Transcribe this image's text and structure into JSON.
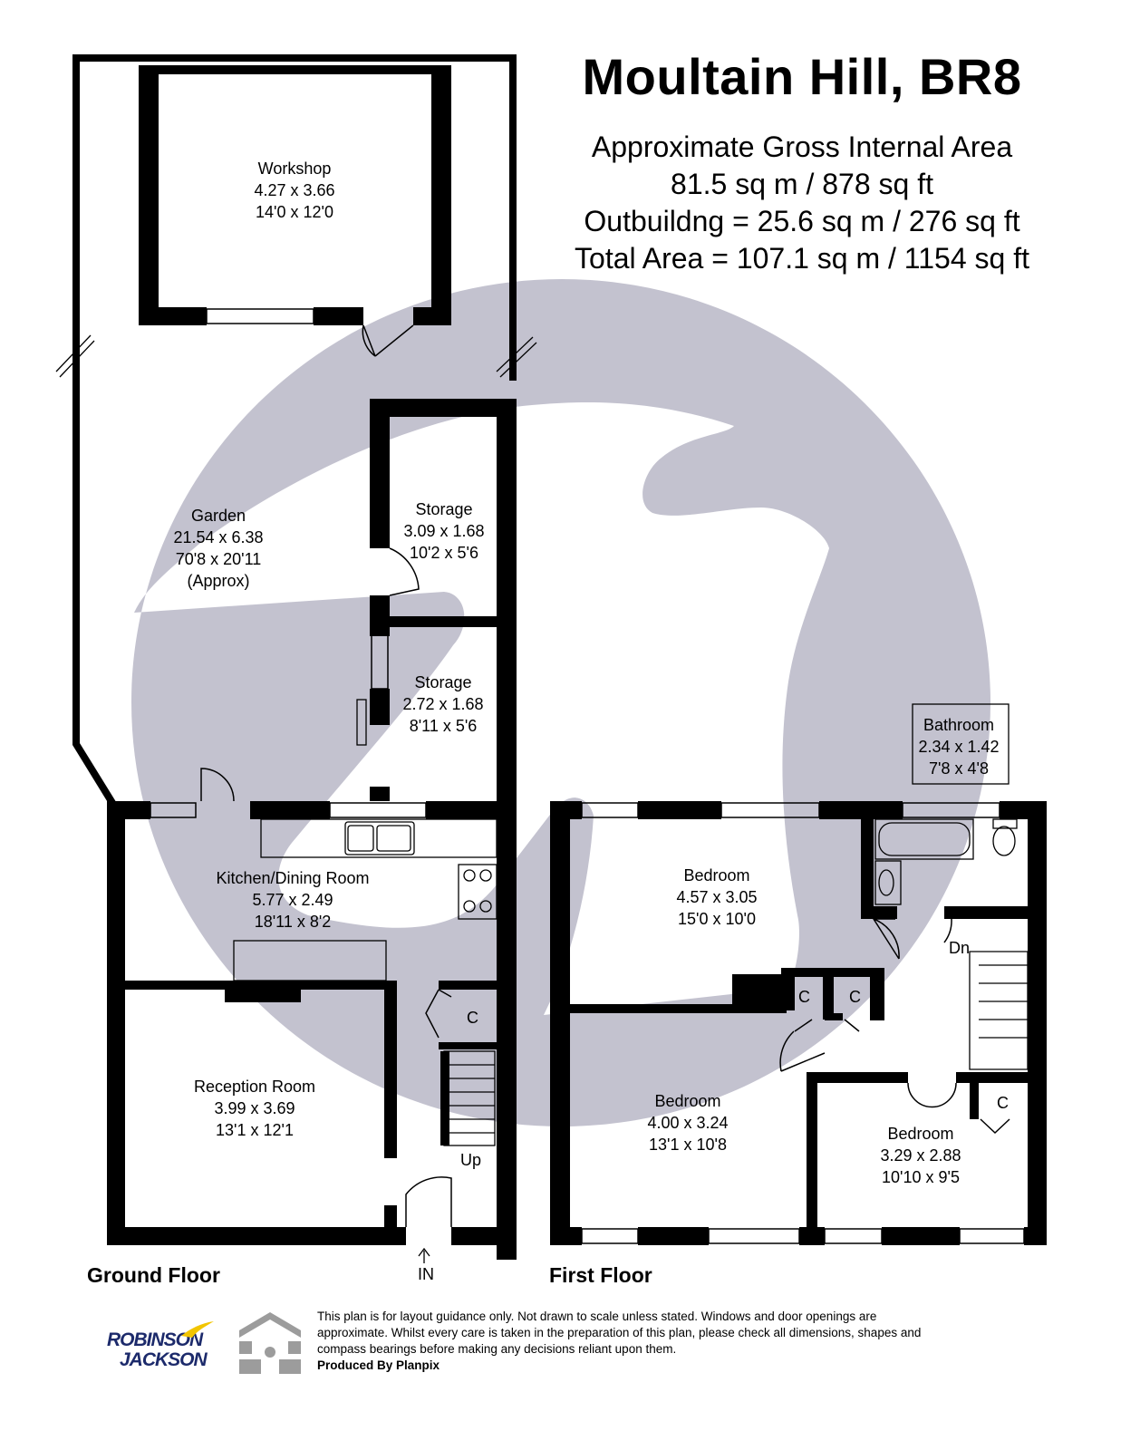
{
  "header": {
    "title": "Moultain Hill, BR8",
    "area_heading": "Approximate Gross Internal Area",
    "area_main": "81.5 sq m / 878 sq ft",
    "area_outbuilding": "Outbuildng = 25.6 sq m / 276 sq ft",
    "area_total": "Total Area =  107.1 sq m / 1154 sq ft"
  },
  "rooms": {
    "workshop": {
      "name": "Workshop",
      "metric": "4.27 x 3.66",
      "imperial": "14'0 x 12'0"
    },
    "garden": {
      "name": "Garden",
      "metric": "21.54 x 6.38",
      "imperial": "70'8 x 20'11",
      "note": "(Approx)"
    },
    "storage1": {
      "name": "Storage",
      "metric": "3.09 x 1.68",
      "imperial": "10'2 x 5'6"
    },
    "storage2": {
      "name": "Storage",
      "metric": "2.72 x 1.68",
      "imperial": "8'11 x 5'6"
    },
    "kitchen": {
      "name": "Kitchen/Dining Room",
      "metric": "5.77 x 2.49",
      "imperial": "18'11 x 8'2"
    },
    "reception": {
      "name": "Reception Room",
      "metric": "3.99 x 3.69",
      "imperial": "13'1 x 12'1"
    },
    "bathroom": {
      "name": "Bathroom",
      "metric": "2.34 x 1.42",
      "imperial": "7'8 x 4'8"
    },
    "bedroom1": {
      "name": "Bedroom",
      "metric": "4.57 x 3.05",
      "imperial": "15'0 x 10'0"
    },
    "bedroom2": {
      "name": "Bedroom",
      "metric": "4.00 x 3.24",
      "imperial": "13'1 x 10'8"
    },
    "bedroom3": {
      "name": "Bedroom",
      "metric": "3.29 x 2.88",
      "imperial": "10'10 x 9'5"
    }
  },
  "labels": {
    "cupboard": "C",
    "stairs_up": "Up",
    "stairs_down": "Dn",
    "entrance": "IN"
  },
  "floors": {
    "ground": "Ground Floor",
    "first": "First Floor"
  },
  "footer": {
    "logo_line1": "ROBINSON",
    "logo_line2": "JACKSON",
    "disclaimer": "This plan is for layout guidance only. Not drawn to scale unless stated. Windows and door openings are approximate. Whilst every care is taken in the preparation of this plan, please check all dimensions, shapes and compass bearings before making any decisions reliant upon them.",
    "produced_by": "Produced By Planpix"
  },
  "colors": {
    "wall": "#000000",
    "watermark": "#c3c2cf",
    "logo_blue": "#1c2a6b",
    "logo_yellow": "#f2c500",
    "planpix_grey": "#9c9c9c"
  }
}
